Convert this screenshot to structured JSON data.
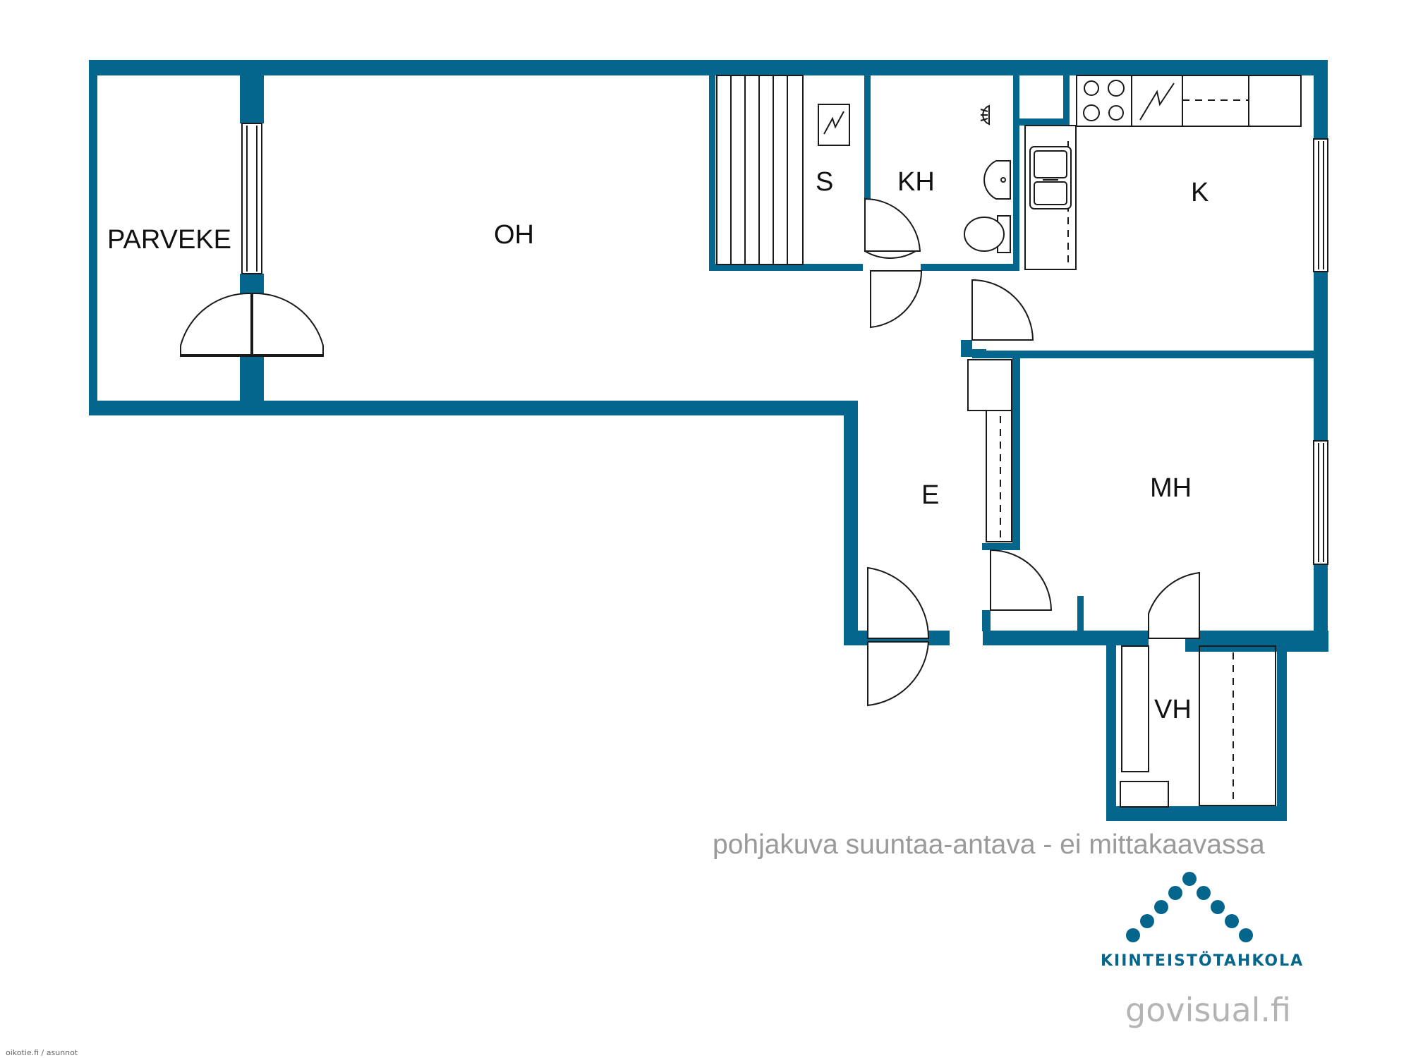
{
  "rooms": {
    "parveke": "PARVEKE",
    "oh": "OH",
    "s": "S",
    "kh": "KH",
    "k": "K",
    "e": "E",
    "mh": "MH",
    "vh": "VH"
  },
  "footer": {
    "disclaimer": "pohjakuva suuntaa-antava - ei mittakaavassa",
    "brand_name": "KIINTEISTÖTAHKOLA",
    "website": "govisual.fi",
    "credit": "oikotie.fi / asunnot"
  },
  "colors": {
    "wall": "#05668d",
    "line": "#1a1a1a",
    "note": "#9a9a9a",
    "brand": "#05668d"
  },
  "icons": [
    "stove-icon",
    "electric-heater-icon",
    "sauna-stove-icon",
    "shower-icon",
    "washbasin-icon",
    "toilet-icon",
    "kitchen-sink-icon"
  ]
}
